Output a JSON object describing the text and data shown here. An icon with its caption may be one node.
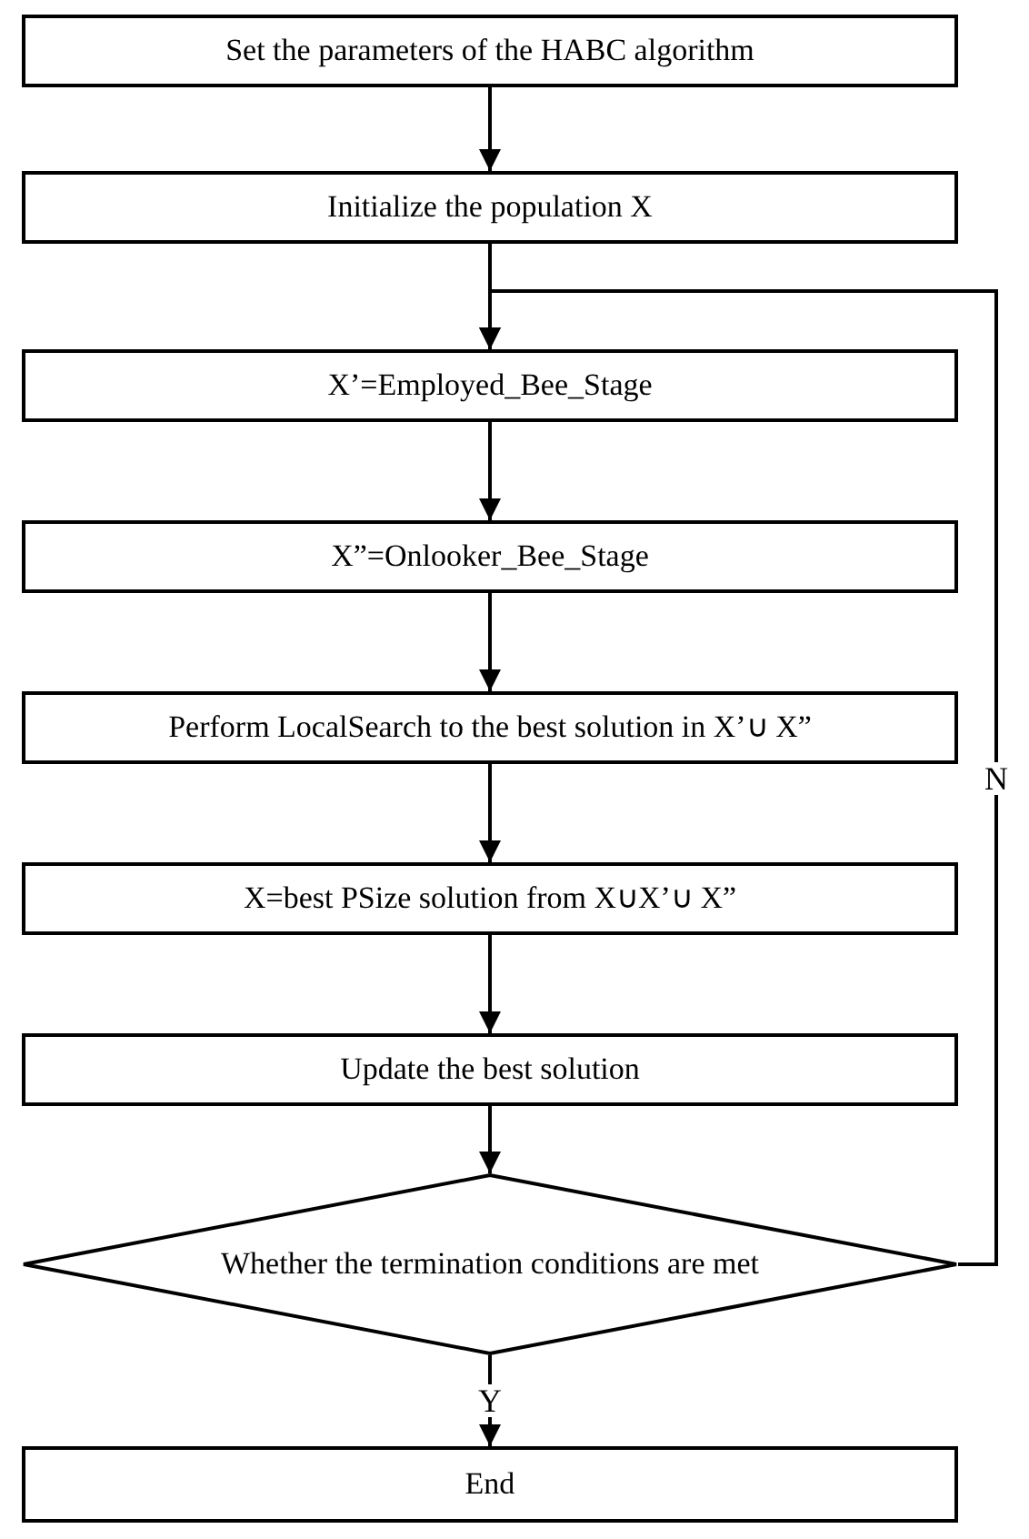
{
  "diagram": {
    "nodes": [
      {
        "text": [
          "Set the parameters of the HABC algorithm"
        ]
      },
      {
        "text": [
          "Initialize the population X"
        ]
      },
      {
        "text": [
          "X’=Employed_Bee_Stage"
        ]
      },
      {
        "text": [
          "X”=Onlooker_Bee_Stage"
        ]
      },
      {
        "text": [
          "Perform LocalSearch to the best solution in X’∪ X”"
        ]
      },
      {
        "text": [
          "X=best PSize solution from X∪X’∪ X”"
        ]
      },
      {
        "text": [
          "Update the best solution"
        ]
      },
      {
        "text": [
          "Whether the termination conditions are met"
        ]
      },
      {
        "text": [
          "End"
        ]
      }
    ],
    "edges": [
      {
        "from": 0,
        "to": 1,
        "arrow": "to"
      },
      {
        "from": 1,
        "to": 2,
        "arrow": "to"
      },
      {
        "from": 2,
        "to": 3,
        "arrow": "to"
      },
      {
        "from": 3,
        "to": 4,
        "arrow": "to"
      },
      {
        "from": 4,
        "to": 5,
        "arrow": "to"
      },
      {
        "from": 5,
        "to": 6,
        "arrow": "to"
      },
      {
        "from": 6,
        "to": 7,
        "arrow": "to"
      },
      {
        "from": 7,
        "to": 8,
        "arrow": "to",
        "label": "Y"
      },
      {
        "from": 7,
        "to": 2,
        "arrow": "to",
        "label": "N"
      }
    ]
  }
}
